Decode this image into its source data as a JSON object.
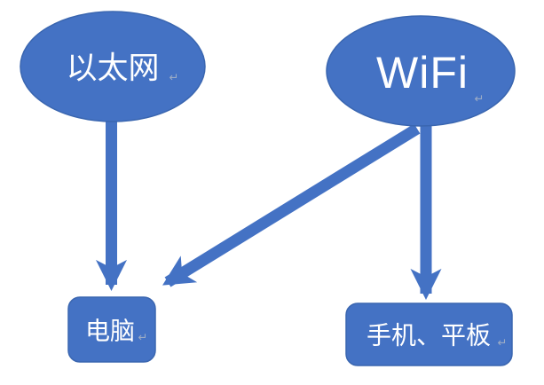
{
  "diagram": {
    "type": "flow-diagram",
    "background": "#ffffff",
    "colors": {
      "shape_fill": "#4472C4",
      "shape_border": "#3a66b0",
      "text_color": "#ffffff",
      "mark_color": "#b9bec6"
    },
    "nodes": [
      {
        "id": "ethernet",
        "label": "以太网",
        "shape": "ellipse"
      },
      {
        "id": "wifi",
        "label": "WiFi",
        "shape": "ellipse"
      },
      {
        "id": "computer",
        "label": "电脑",
        "shape": "rounded-rect"
      },
      {
        "id": "phone-tablet",
        "label": "手机、平板",
        "shape": "rounded-rect"
      }
    ],
    "edges": [
      {
        "from": "ethernet",
        "to": "computer",
        "style": "straight-arrow"
      },
      {
        "from": "wifi",
        "to": "computer",
        "style": "diagonal-arrow"
      },
      {
        "from": "wifi",
        "to": "phone-tablet",
        "style": "straight-arrow"
      }
    ],
    "return_mark": {
      "glyph": "↵"
    }
  }
}
